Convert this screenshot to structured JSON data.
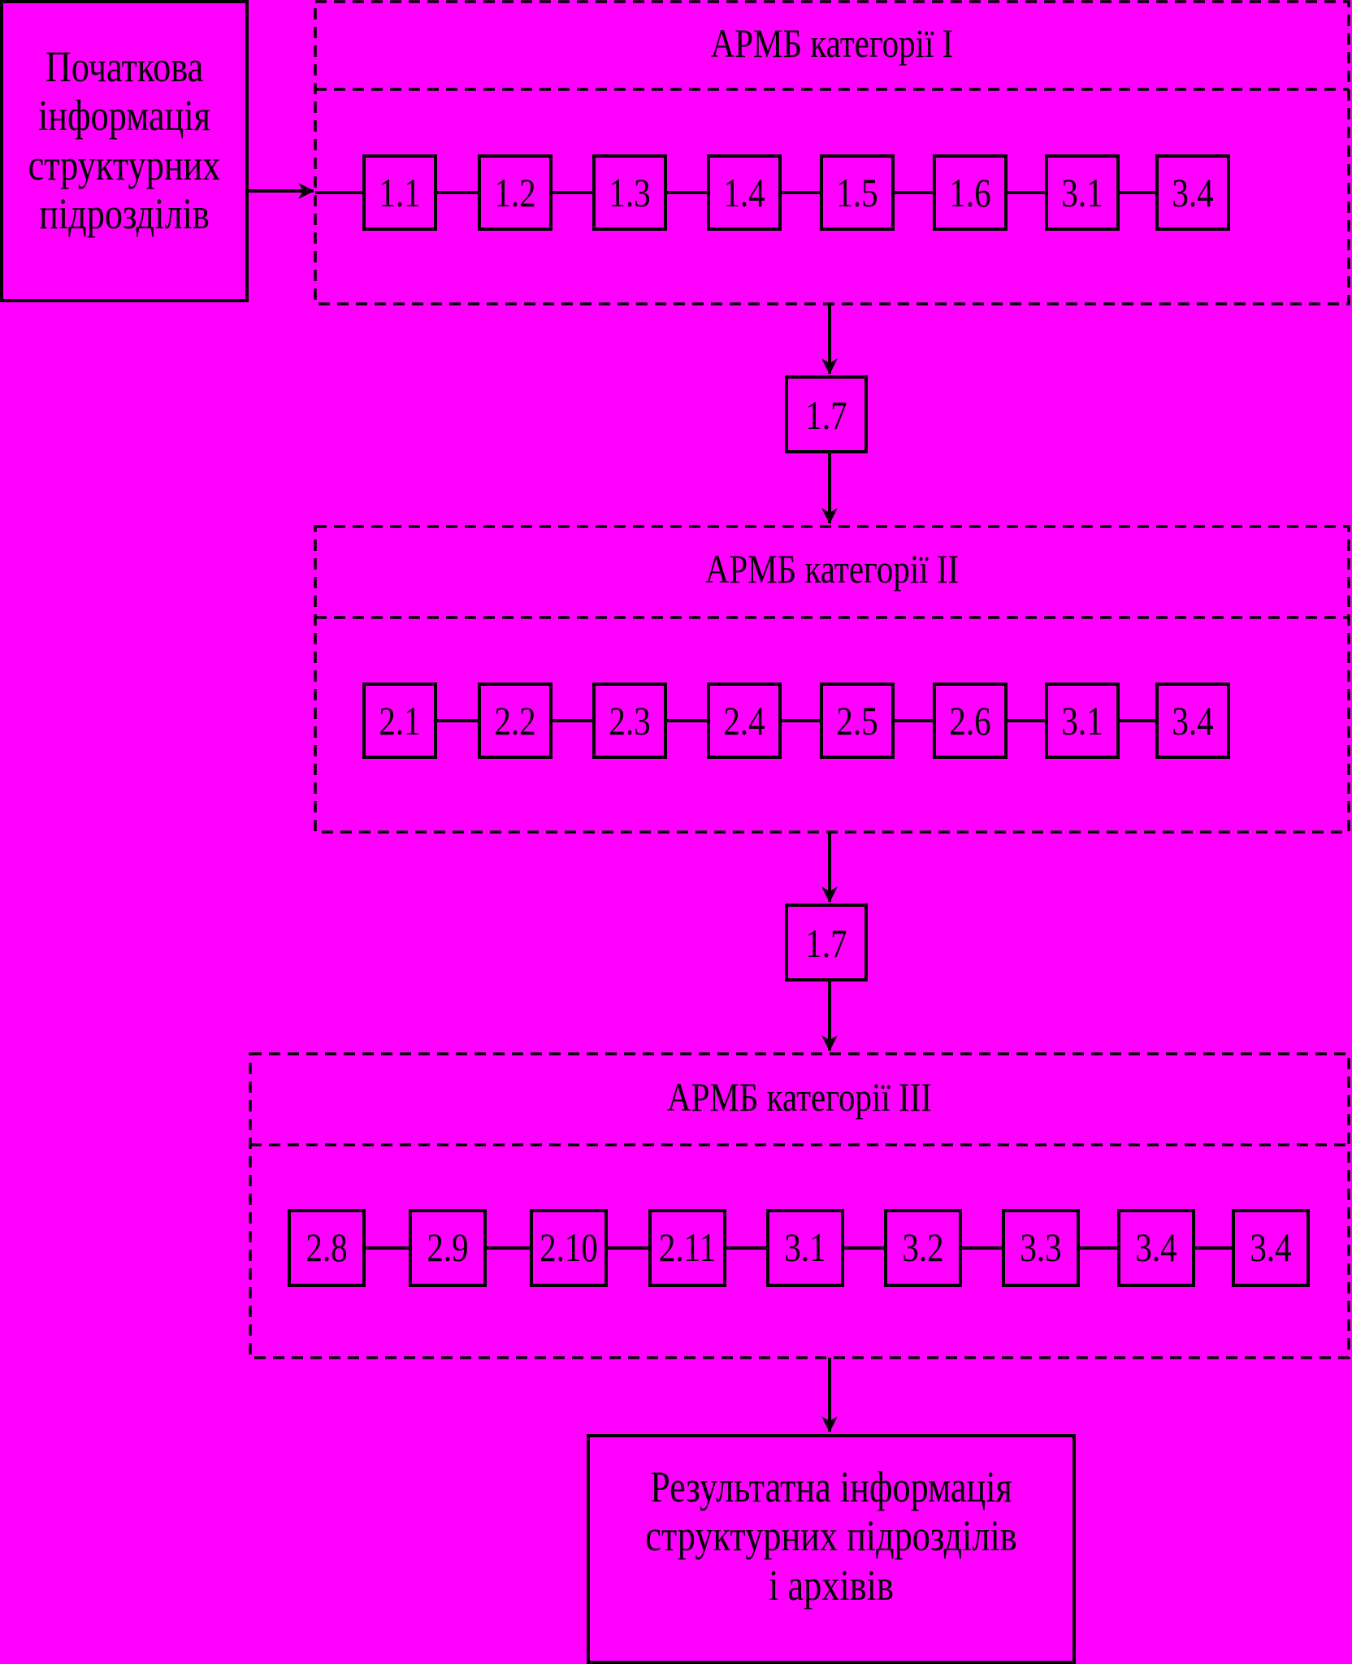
{
  "input_box": {
    "lines": [
      "Початкова",
      "інформація",
      "структурних",
      "підрозділів"
    ]
  },
  "groups": [
    {
      "title": "АРМБ категорії І",
      "nodes": [
        "1.1",
        "1.2",
        "1.3",
        "1.4",
        "1.5",
        "1.6",
        "3.1",
        "3.4"
      ]
    },
    {
      "title": "АРМБ категорії ІІ",
      "nodes": [
        "2.1",
        "2.2",
        "2.3",
        "2.4",
        "2.5",
        "2.6",
        "3.1",
        "3.4"
      ]
    },
    {
      "title": "АРМБ категорії ІІІ",
      "nodes": [
        "2.8",
        "2.9",
        "2.10",
        "2.11",
        "3.1",
        "3.2",
        "3.3",
        "3.4",
        "3.4"
      ]
    }
  ],
  "connectors": [
    {
      "label": "1.7"
    },
    {
      "label": "1.7"
    }
  ],
  "output_box": {
    "lines": [
      "Результатна інформація",
      "структурних підрозділів",
      "і архівів"
    ]
  },
  "colors": {
    "background": "#ff00ff",
    "stroke": "#000000"
  }
}
